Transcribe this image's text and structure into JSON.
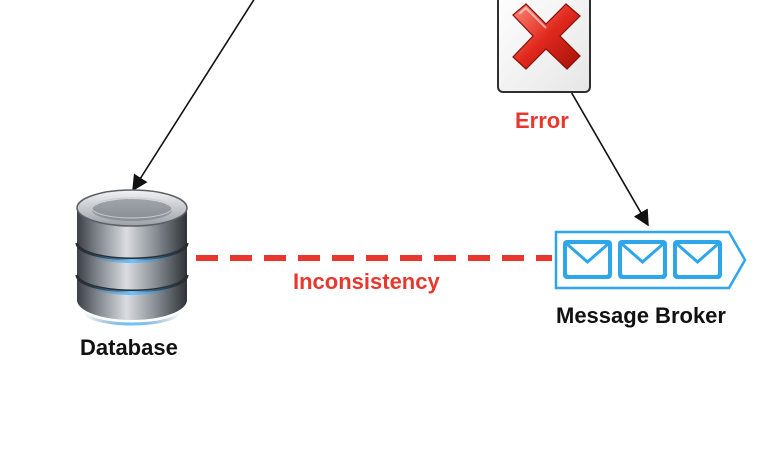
{
  "colors": {
    "accent_red": "#e8372c",
    "broker_blue": "#2ea6ea",
    "text_dark": "#111111"
  },
  "labels": {
    "error": "Error",
    "inconsistency": "Inconsistency",
    "database": "Database",
    "message_broker": "Message Broker"
  },
  "icons": {
    "database": "database-cylinder-icon",
    "error": "error-x-icon",
    "broker": "message-queue-envelopes-icon"
  }
}
